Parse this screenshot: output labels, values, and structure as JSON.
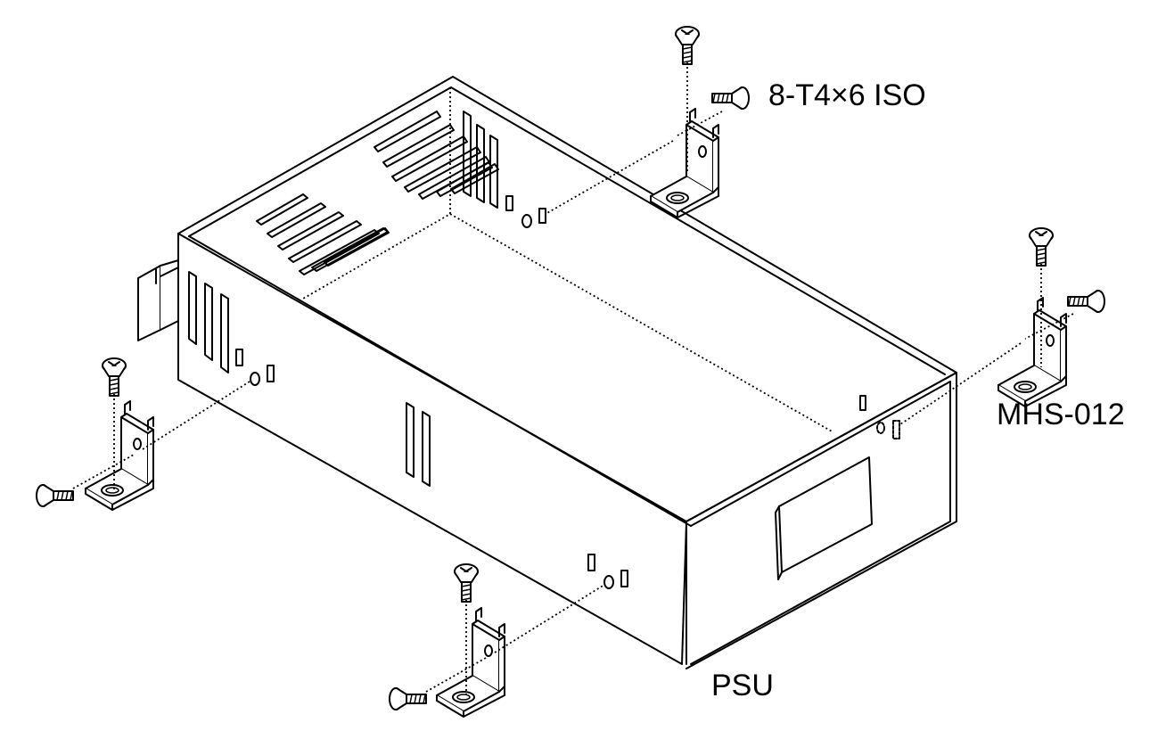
{
  "labels": {
    "screw_spec": "8-T4×6 ISO",
    "bracket_model": "MHS-012",
    "unit_name": "PSU"
  },
  "icons": [
    "countersunk-screw-icon",
    "mounting-bracket-icon",
    "psu-enclosure"
  ],
  "colors": {
    "line": "#000000",
    "background": "#ffffff"
  }
}
